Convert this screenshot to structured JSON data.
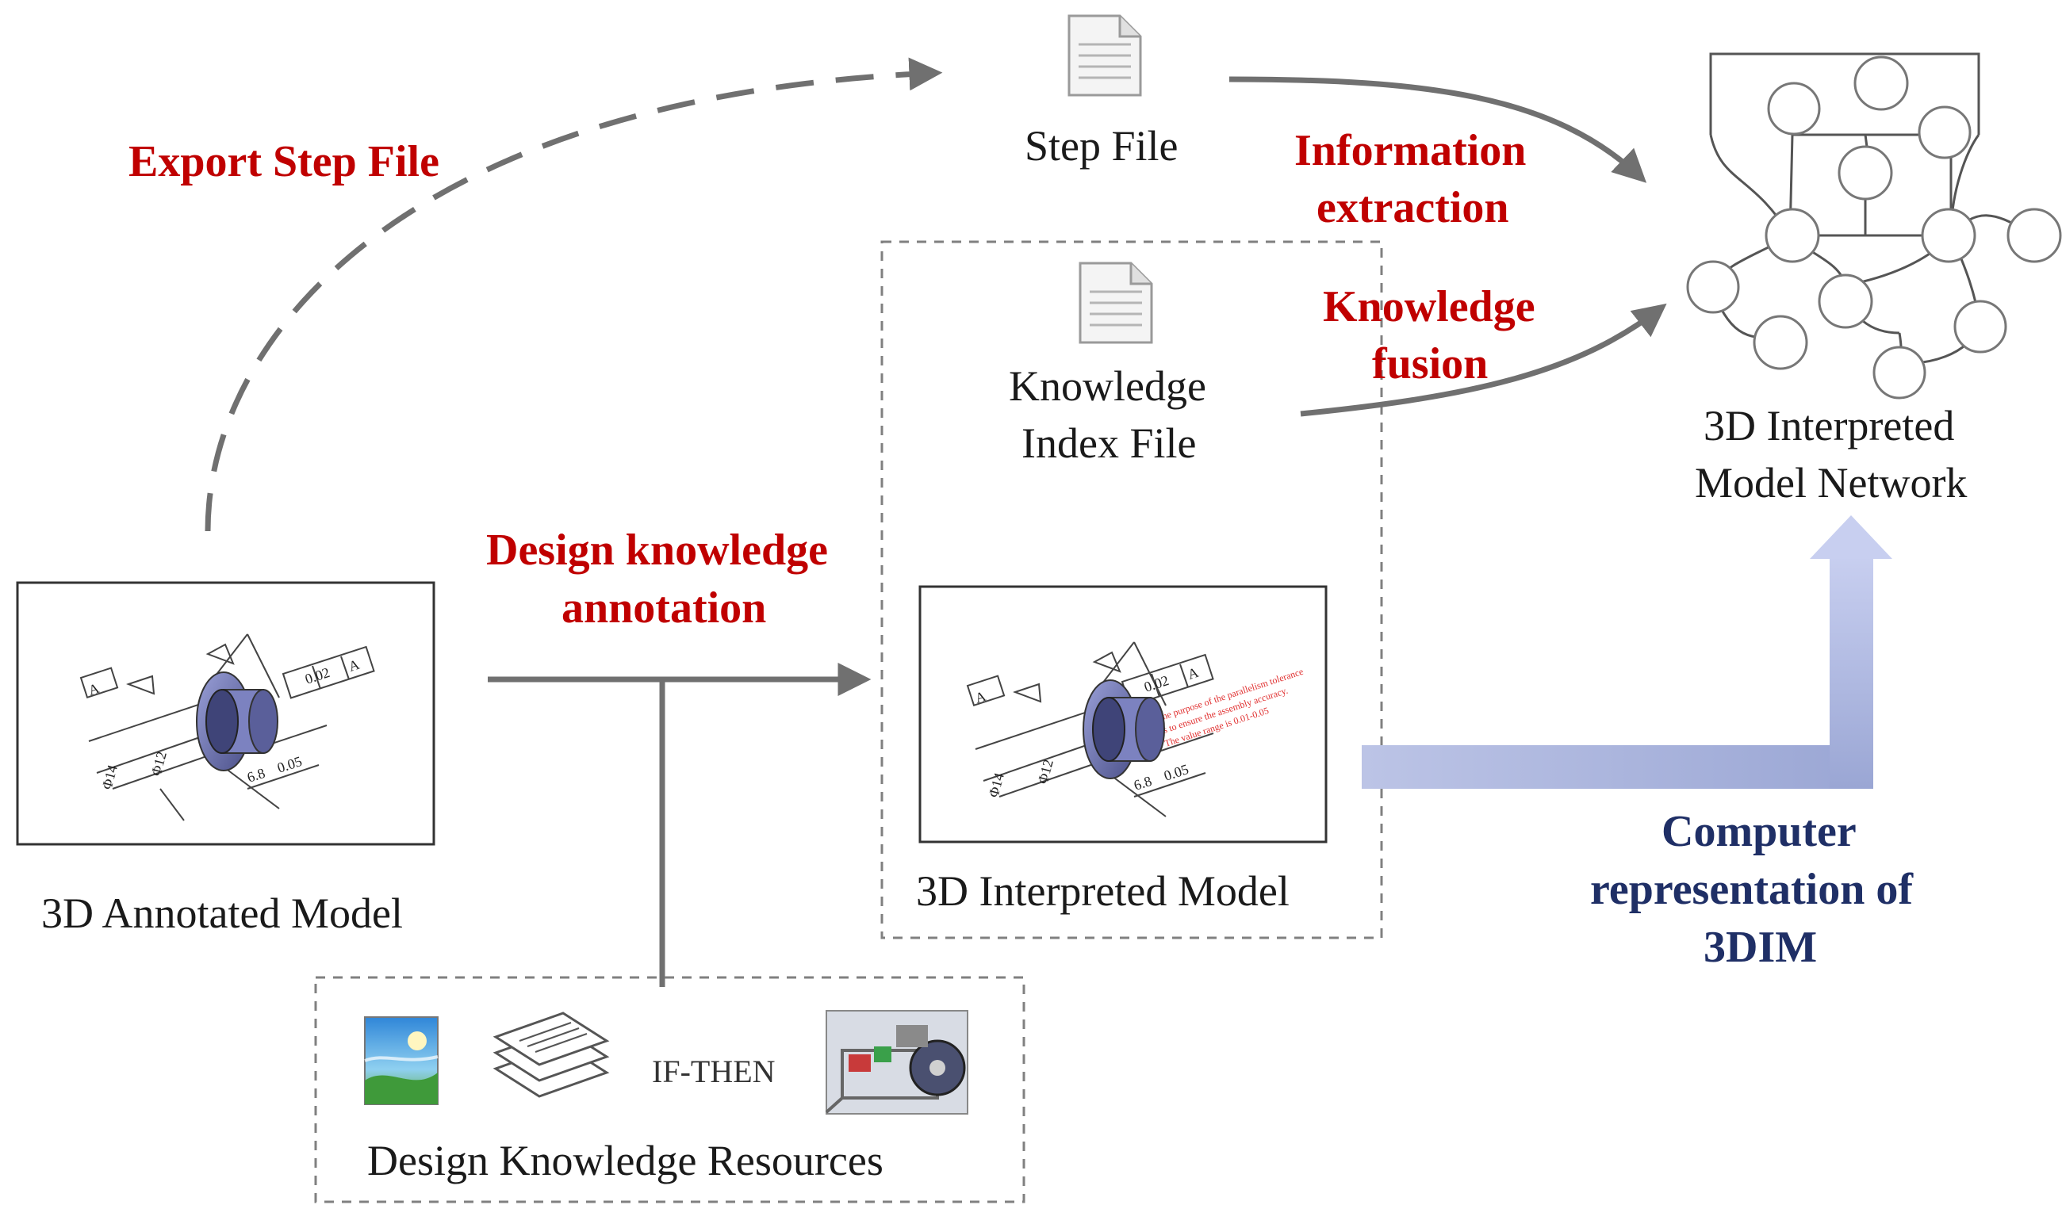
{
  "labels": {
    "export_step_file": "Export Step File",
    "step_file": "Step File",
    "information_extraction": [
      "Information",
      "extraction"
    ],
    "knowledge_fusion": [
      "Knowledge",
      "fusion"
    ],
    "knowledge_index_file": [
      "Knowledge",
      "Index File"
    ],
    "network": [
      "3D Interpreted",
      "Model Network"
    ],
    "design_knowledge_annotation": [
      "Design knowledge",
      "annotation"
    ],
    "annotated_model": "3D Annotated Model",
    "interpreted_model": "3D Interpreted Model",
    "computer_representation": [
      "Computer",
      "representation of",
      "3DIM"
    ],
    "if_then": "IF-THEN",
    "design_knowledge_resources": "Design Knowledge Resources"
  },
  "drawing_annotations": {
    "tolerance": "0.02",
    "datum": "A",
    "dim_a": "Φ14",
    "dim_b": "Φ12",
    "dim_c": "6.8",
    "dim_d": "0.05",
    "interpreted_note": [
      "The purpose of the parallelism tolerance",
      "is to ensure the assembly accuracy.",
      "The value range is 0.01-0.05"
    ]
  },
  "colors": {
    "red_label": "#c00000",
    "navy_label": "#1f2f66",
    "arrow_gray": "#707070",
    "band_blue": "#a7b1d8"
  },
  "icons": [
    "document-icon",
    "picture-icon",
    "paper-stack-icon",
    "machine-icon",
    "part-model-icon",
    "graph-node-icon"
  ]
}
